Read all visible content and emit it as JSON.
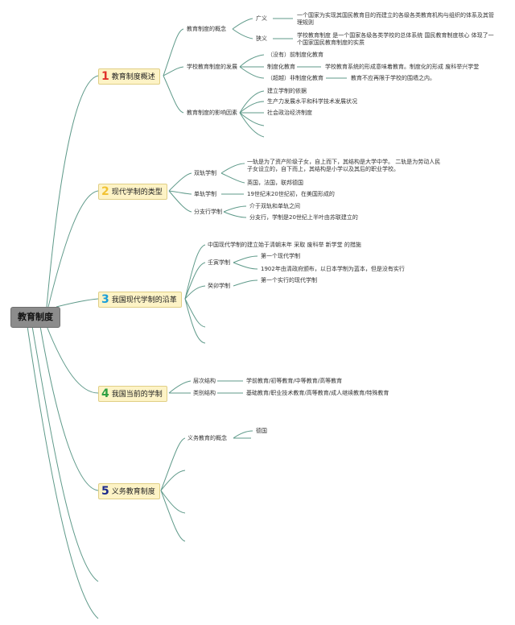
{
  "root": "教育制度",
  "colors": {
    "line": "#5f9a8a",
    "num1": "#e0312b",
    "num2": "#f1c232",
    "num3": "#1a9ed8",
    "num4": "#2ea043",
    "num5": "#1c2a8c"
  },
  "topics": [
    {
      "num": "1",
      "label": "教育制度概述",
      "subs": [
        {
          "label": "教育制度的概念",
          "items": [
            {
              "label": "广义",
              "text": "一个国家为实现其国民教育目的而建立的各级各类教育机构与组织的体系及其管理规则"
            },
            {
              "label": "狭义",
              "text": "学校教育制度 是一个国家各级各类学校的总体系统 国民教育制度核心 体现了一个国家国民教育制度的实质"
            }
          ]
        },
        {
          "label": "学校教育制度的发展",
          "items": [
            {
              "label": "（没有）前制度化教育"
            },
            {
              "label": "制度化教育",
              "text": "学校教育系统的形成意味着教育。制度化的形成 废科举兴学堂"
            },
            {
              "label": "（超越）非制度化教育",
              "text": "教育不应再限于学校的围墙之内。"
            }
          ]
        },
        {
          "label": "教育制度的影响因素",
          "items": [
            {
              "label": "建立学制的依据"
            },
            {
              "label": "生产力发展水平和科学技术发展状况"
            },
            {
              "label": "社会政治经济制度"
            }
          ]
        }
      ]
    },
    {
      "num": "2",
      "label": "现代学制的类型",
      "subs": [
        {
          "label": "双轨学制",
          "items": [
            {
              "label": "一轨是为了资产阶级子女，自上而下，其结构是大学中学。 二轨是为劳动人民子女设立的，自下而上，其结构是小学以及其后的职业学校。"
            },
            {
              "label": "英国，法国，联邦德国"
            }
          ]
        },
        {
          "label": "单轨学制",
          "items": [
            {
              "label": "19世纪末20世纪初，在美国形成的"
            }
          ]
        },
        {
          "label": "分支行学制",
          "items": [
            {
              "label": "介于双轨和单轨之间"
            },
            {
              "label": "分支行，学制是20世纪上半叶由苏联建立的"
            }
          ]
        }
      ]
    },
    {
      "num": "3",
      "label": "我国现代学制的沿革",
      "subs": [
        {
          "label": "中国现代学制的建立始于清朝末年 采取 废科举 新学堂 的措施",
          "items": []
        },
        {
          "label": "壬寅学制",
          "items": [
            {
              "label": "第一个现代学制"
            },
            {
              "label": "1902年由清政府颁布，以日本学制为蓝本，但是没有实行"
            }
          ]
        },
        {
          "label": "癸卯学制",
          "items": [
            {
              "label": "第一个实行的现代学制"
            }
          ]
        }
      ]
    },
    {
      "num": "4",
      "label": "我国当前的学制",
      "subs": [
        {
          "label": "层次结构",
          "items": [
            {
              "label": "学前教育/初等教育/中等教育/高等教育"
            }
          ]
        },
        {
          "label": "类别结构",
          "items": [
            {
              "label": "基础教育/职业技术教育/高等教育/成人继续教育/特殊教育"
            }
          ]
        }
      ]
    },
    {
      "num": "5",
      "label": "义务教育制度",
      "subs": [
        {
          "label": "义务教育的概念",
          "items": [
            {
              "label": "德国"
            }
          ]
        }
      ]
    }
  ]
}
